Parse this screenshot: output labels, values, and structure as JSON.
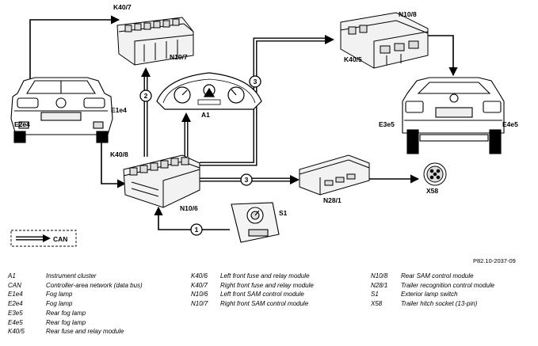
{
  "labels": {
    "K40_7": "K40/7",
    "N10_7": "N10/7",
    "N10_8": "N10/8",
    "K40_5": "K40/5",
    "E2e4": "E2e4",
    "E1e4": "E1e4",
    "A1": "A1",
    "E3e5": "E3e5",
    "E4e5": "E4e5",
    "K40_8": "K40/8",
    "N10_6": "N10/6",
    "N28_1": "N28/1",
    "X58": "X58",
    "S1": "S1",
    "CAN": "CAN"
  },
  "connection_numbers": [
    "1",
    "2",
    "3",
    "3"
  ],
  "reference": "P82.10-2037-09",
  "legend": [
    [
      {
        "code": "A1",
        "desc": "Instrument cluster"
      },
      {
        "code": "CAN",
        "desc": "Controller-area network (data bus)"
      },
      {
        "code": "E1e4",
        "desc": "Fog lamp"
      },
      {
        "code": "E2e4",
        "desc": "Fog lamp"
      },
      {
        "code": "E3e5",
        "desc": "Rear fog lamp"
      },
      {
        "code": "E4e5",
        "desc": "Rear fog lamp"
      },
      {
        "code": "K40/5",
        "desc": "Rear fuse and relay module"
      }
    ],
    [
      {
        "code": "K40/6",
        "desc": "Left front fuse and relay module"
      },
      {
        "code": "K40/7",
        "desc": "Right front fuse and relay module"
      },
      {
        "code": "N10/6",
        "desc": "Left front SAM control module"
      },
      {
        "code": "N10/7",
        "desc": "Right front SAM control module"
      }
    ],
    [
      {
        "code": "N10/8",
        "desc": "Rear SAM control module"
      },
      {
        "code": "N28/1",
        "desc": "Trailer recognition control module"
      },
      {
        "code": "S1",
        "desc": "Exterior lamp switch"
      },
      {
        "code": "X58",
        "desc": "Trailer hitch socket (13-pin)"
      }
    ]
  ]
}
